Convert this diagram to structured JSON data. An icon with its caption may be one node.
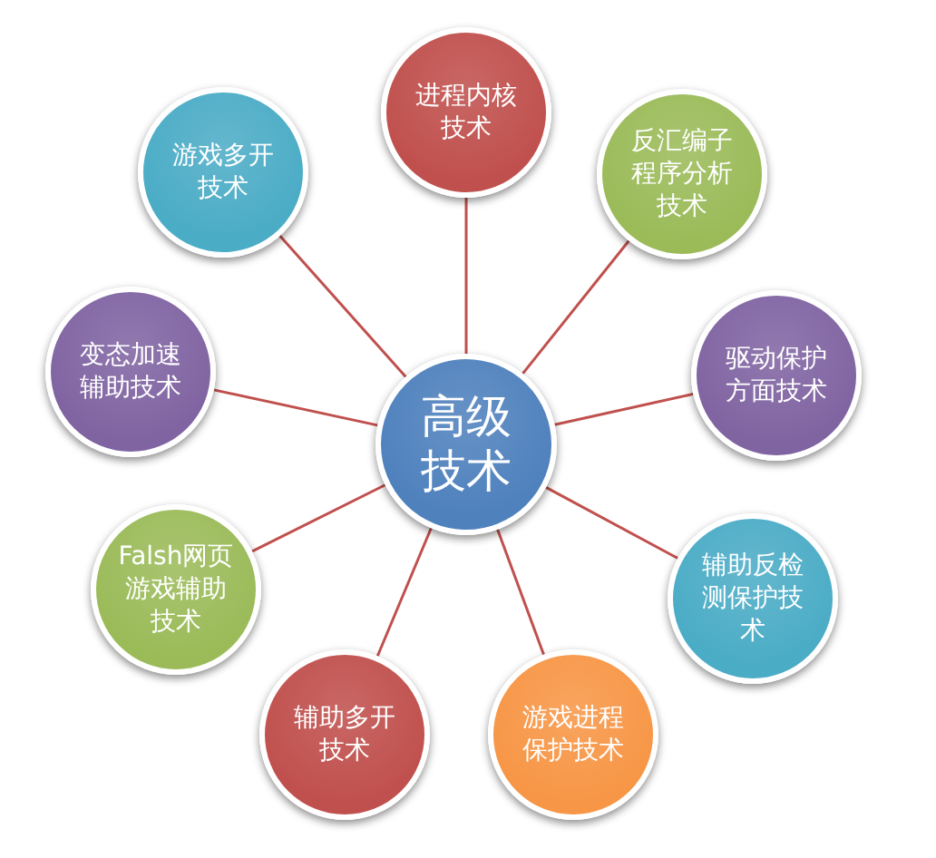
{
  "diagram": {
    "nodes": [
      {
        "text": [
          "高级技术"
        ]
      },
      {
        "text": [
          "进程内核技术"
        ]
      },
      {
        "text": [
          "反汇编子程序分析技术"
        ]
      },
      {
        "text": [
          "驱动保护方面技术"
        ]
      },
      {
        "text": [
          "辅助反检测保护技术"
        ]
      },
      {
        "text": [
          "游戏进程保护技术"
        ]
      },
      {
        "text": [
          "辅助多开技术"
        ]
      },
      {
        "text": [
          "Falsh网页游戏辅助技术"
        ]
      },
      {
        "text": [
          "变态加速辅助技术"
        ]
      },
      {
        "text": [
          "游戏多开技术"
        ]
      }
    ],
    "edges": [
      {
        "from": 0,
        "to": 1,
        "arrow": "none"
      },
      {
        "from": 0,
        "to": 2,
        "arrow": "none"
      },
      {
        "from": 0,
        "to": 3,
        "arrow": "none"
      },
      {
        "from": 0,
        "to": 4,
        "arrow": "none"
      },
      {
        "from": 0,
        "to": 5,
        "arrow": "none"
      },
      {
        "from": 0,
        "to": 6,
        "arrow": "none"
      },
      {
        "from": 0,
        "to": 7,
        "arrow": "none"
      },
      {
        "from": 0,
        "to": 8,
        "arrow": "none"
      },
      {
        "from": 0,
        "to": 9,
        "arrow": "none"
      }
    ]
  }
}
